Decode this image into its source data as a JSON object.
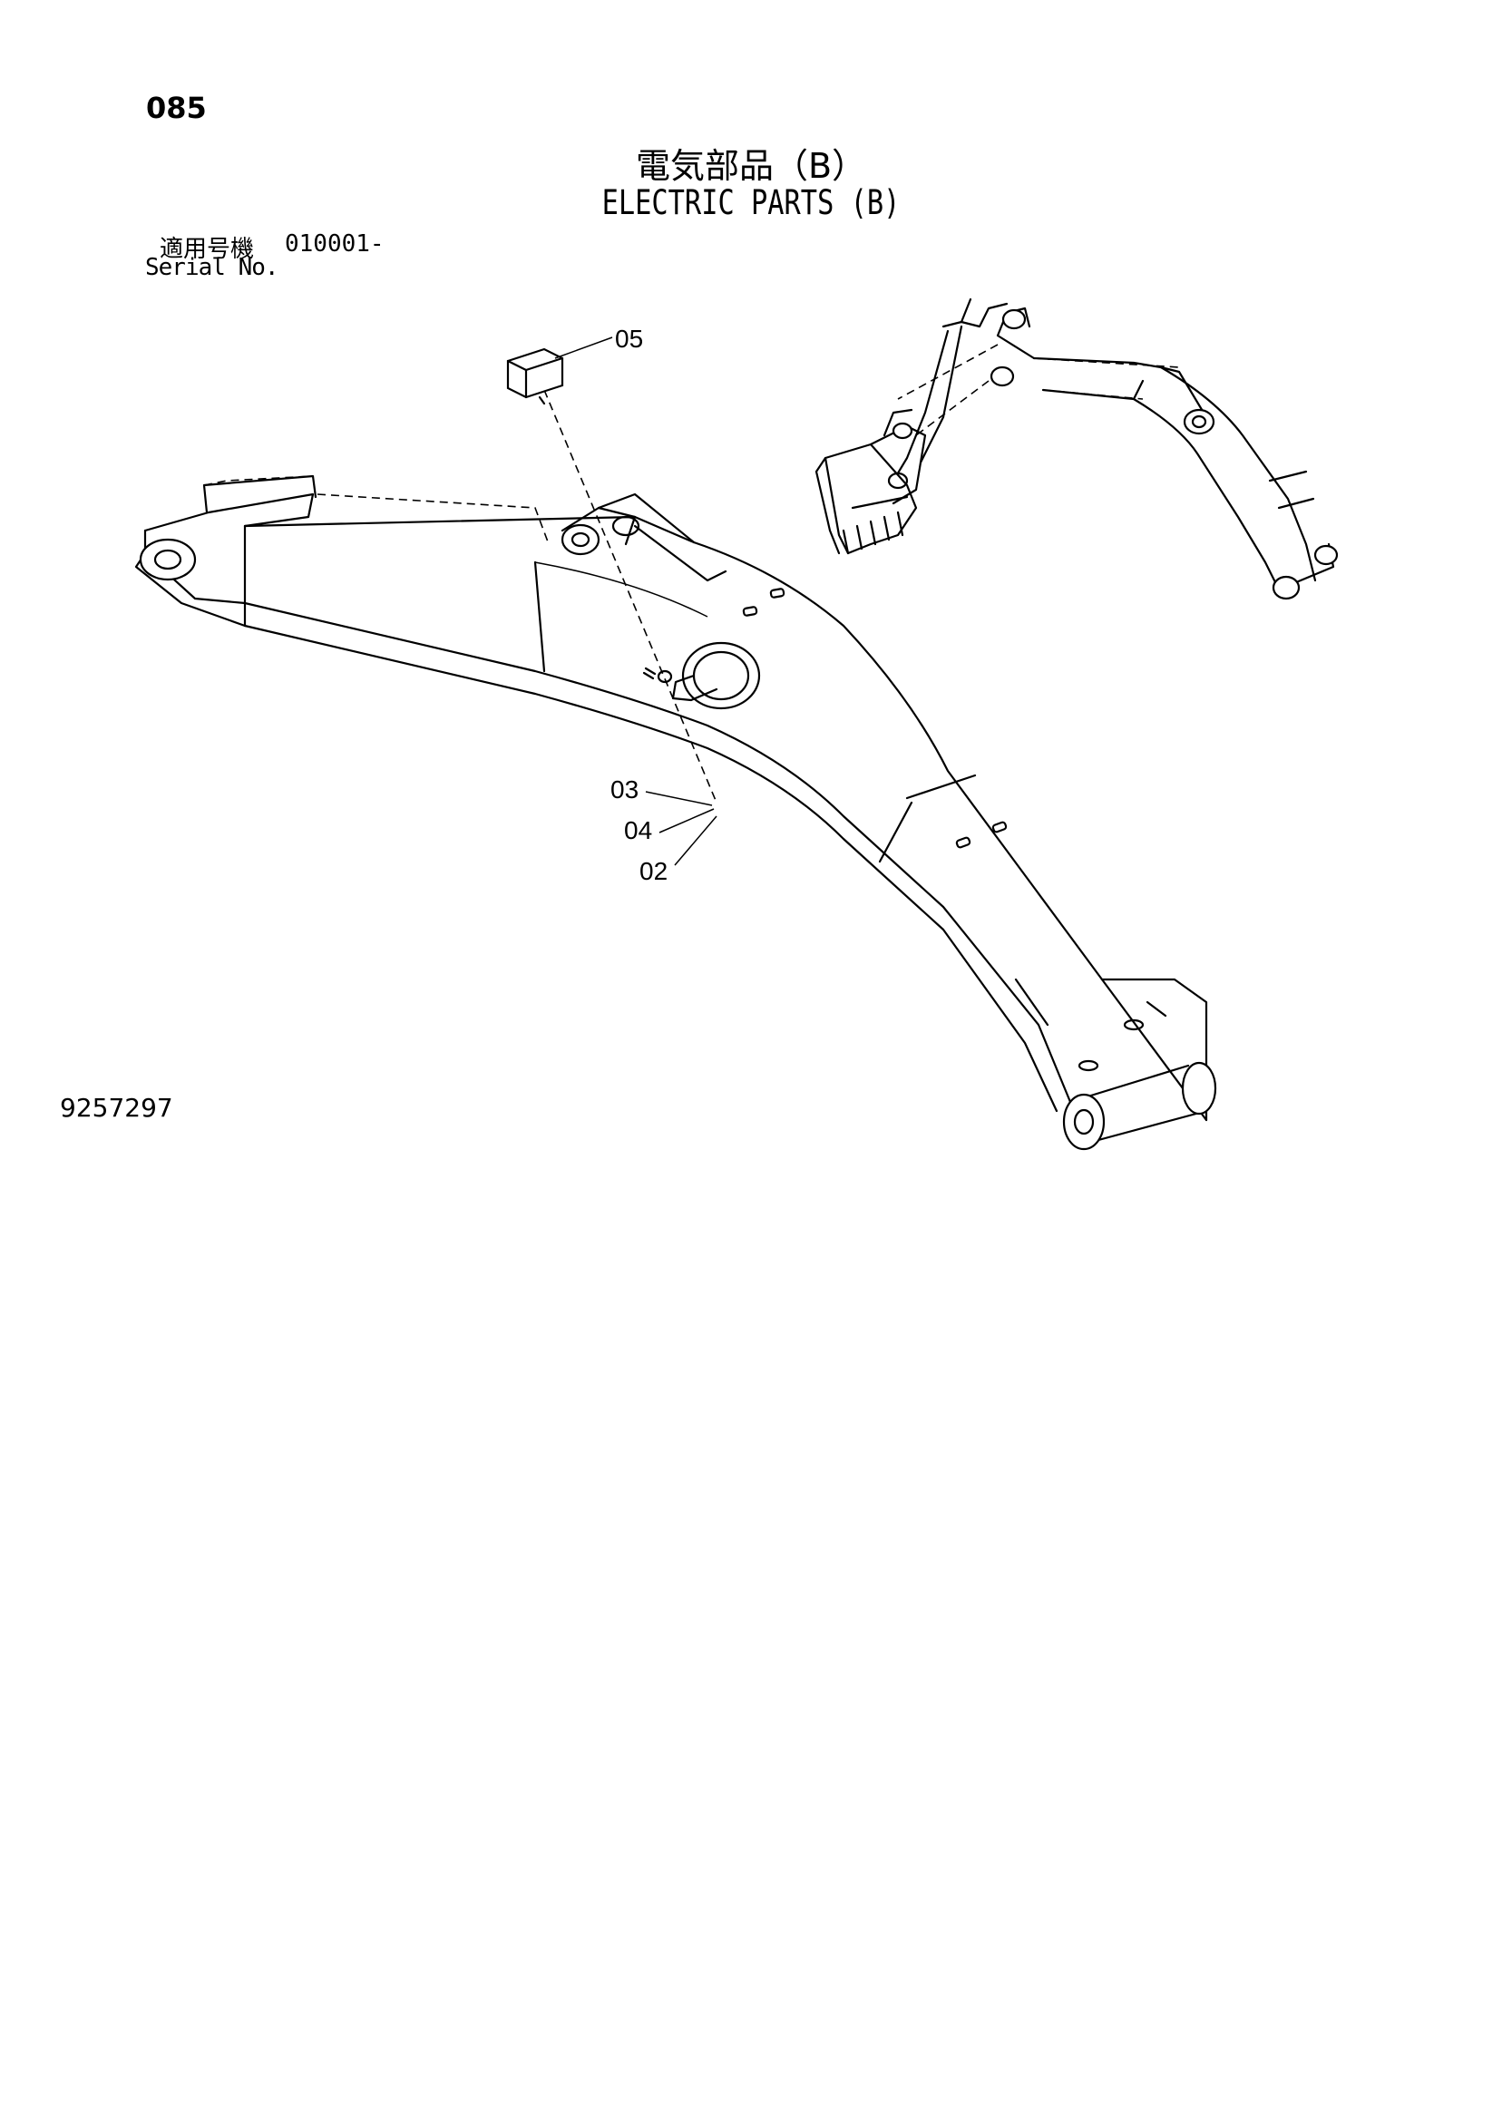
{
  "page_number": "085",
  "title_jp": "電気部品（B）",
  "title_en": "ELECTRIC PARTS (B)",
  "serial": {
    "label_jp": "適用号機",
    "label_en": "Serial No.",
    "range": "010001-"
  },
  "callouts": [
    "05",
    "03",
    "04",
    "02"
  ],
  "drawing_number": "9257297"
}
